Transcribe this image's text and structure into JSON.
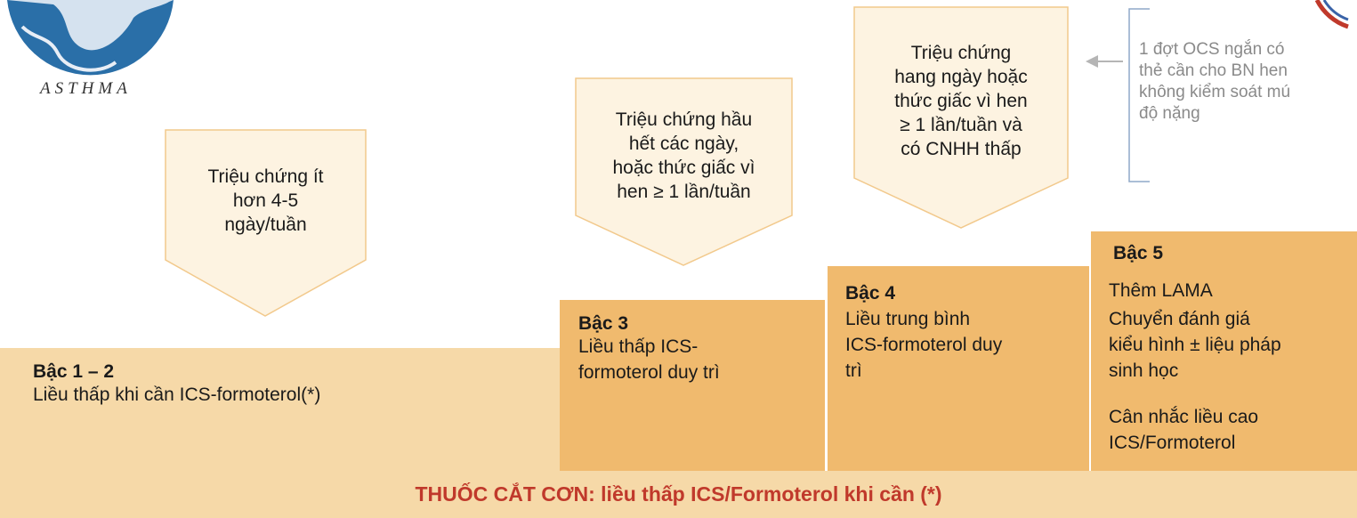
{
  "logo": {
    "wordmark": "ASTHMA"
  },
  "pentagons": [
    {
      "text": "Triệu chứng ít\nhơn 4-5\nngày/tuần"
    },
    {
      "text": "Triệu chứng hầu\nhết các ngày,\nhoặc thức giấc vì\nhen ≥ 1 lần/tuần"
    },
    {
      "text": "Triệu chứng\nhang ngày hoặc\nthức giấc vì hen\n≥ 1 lần/tuần và\ncó CNHH thấp"
    }
  ],
  "note": {
    "text": "1 đợt OCS ngắn có\nthẻ cần cho BN hen\nkhông kiểm soát mú\nđộ nặng"
  },
  "steps": {
    "step12": {
      "title": "Bậc 1 – 2",
      "body": "Liều thấp khi cần ICS-formoterol(*)"
    },
    "step3": {
      "title": "Bậc 3",
      "body": "Liều thấp ICS-\nformoterol duy trì"
    },
    "step4": {
      "title": "Bậc 4",
      "body": "Liều trung bình\nICS-formoterol duy\ntrì"
    },
    "step5": {
      "title": "Bậc 5",
      "lines": [
        "Thêm LAMA",
        "Chuyển đánh giá\nkiểu hình ± liệu pháp\nsinh học",
        "Cân nhắc liều cao\nICS/Formoterol"
      ]
    }
  },
  "reliever": {
    "text": "THUỐC CẮT CƠN: liều thấp ICS/Formoterol khi cần (*)"
  },
  "colors": {
    "step12": "#f6d9a8",
    "step_dark": "#f0ba6e",
    "pentagon_fill": "#fdf3e1",
    "pentagon_stroke": "#f2c98c",
    "reliever_text": "#c0392b"
  }
}
